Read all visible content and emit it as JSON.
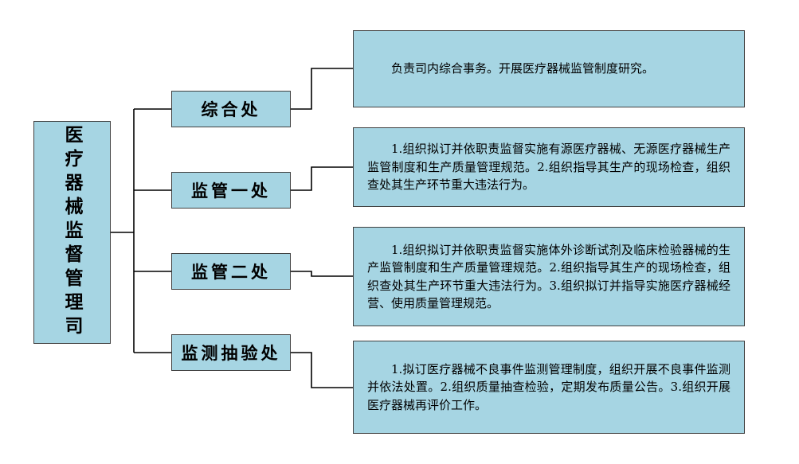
{
  "root": {
    "label": "医疗器械监督管理司"
  },
  "branches": [
    {
      "label": "综合处",
      "description": "负责司内综合事务。开展医疗器械监管制度研究。"
    },
    {
      "label": "监管一处",
      "description": "1.组织拟订并依职责监督实施有源医疗器械、无源医疗器械生产监管制度和生产质量管理规范。2.组织指导其生产的现场检查，组织查处其生产环节重大违法行为。"
    },
    {
      "label": "监管二处",
      "description": "1.组织拟订并依职责监督实施体外诊断试剂及临床检验器械的生产监管制度和生产质量管理规范。2.组织指导其生产的现场检查，组织查处其生产环节重大违法行为。3.组织拟订并指导实施医疗器械经营、使用质量管理规范。"
    },
    {
      "label": "监测抽验处",
      "description": "1.拟订医疗器械不良事件监测管理制度，组织开展不良事件监测并依法处置。2.组织质量抽查检验，定期发布质量公告。3.组织开展医疗器械再评价工作。"
    }
  ],
  "colors": {
    "box_fill": "#a6d5e3",
    "box_border": "#404040",
    "line": "#000000",
    "text": "#000000"
  }
}
